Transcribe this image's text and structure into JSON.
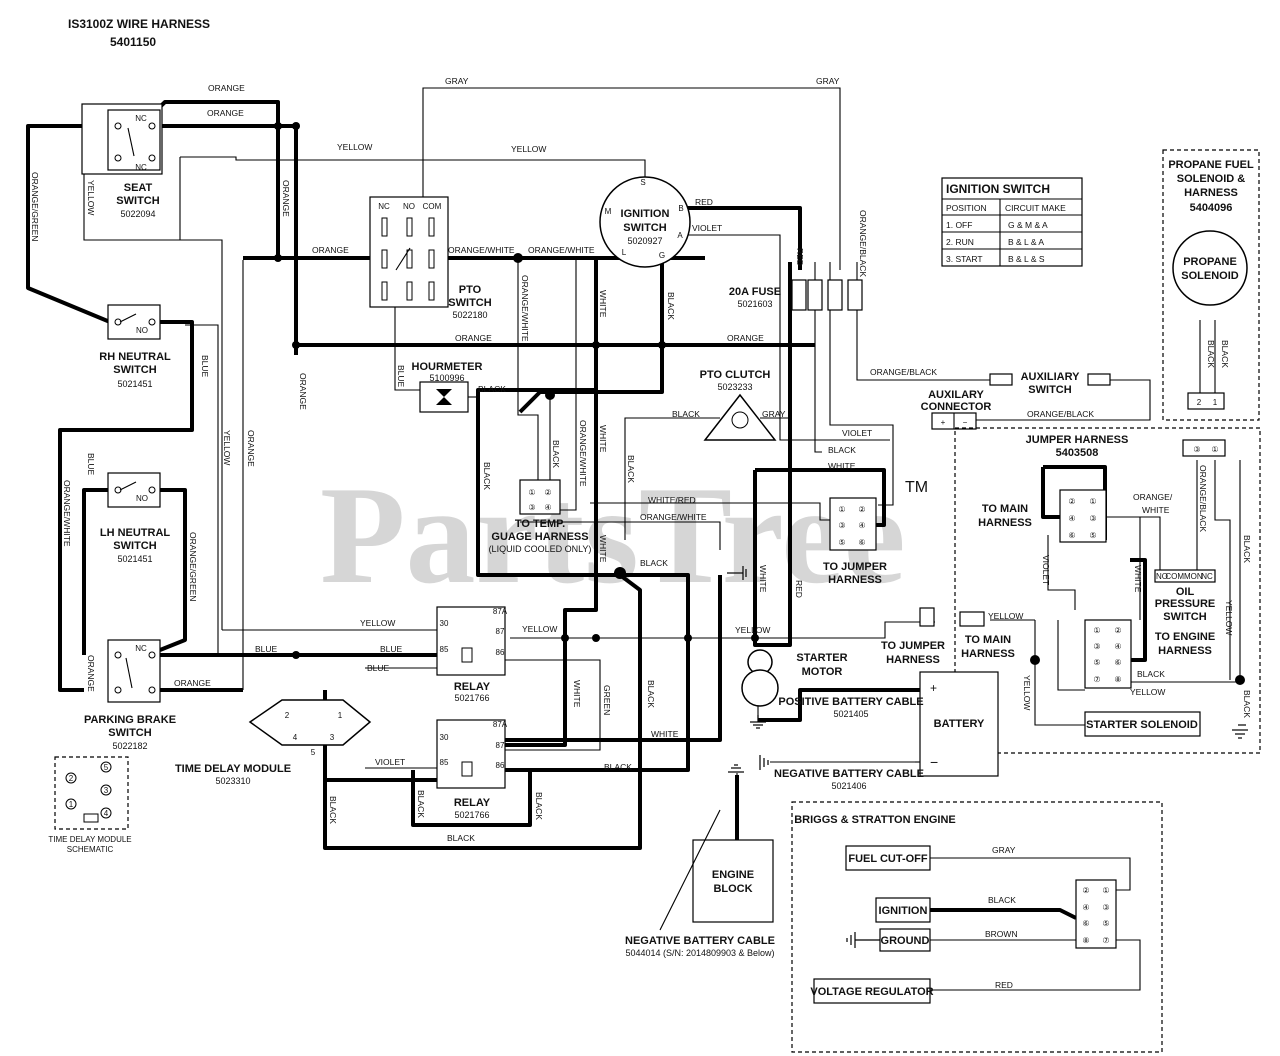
{
  "title": {
    "line1": "IS3100Z WIRE HARNESS",
    "line2": "5401150"
  },
  "watermark": "PartsTree",
  "watermark_tm": "TM",
  "components": {
    "seat_switch": {
      "name": [
        "SEAT",
        "SWITCH"
      ],
      "part": "5022094",
      "nc": "NC"
    },
    "rh_neutral": {
      "name": [
        "RH NEUTRAL",
        "SWITCH"
      ],
      "part": "5021451",
      "no": "NO"
    },
    "lh_neutral": {
      "name": [
        "LH NEUTRAL",
        "SWITCH"
      ],
      "part": "5021451",
      "no": "NO"
    },
    "parking_brake": {
      "name": [
        "PARKING BRAKE",
        "SWITCH"
      ],
      "part": "5022182",
      "nc": "NC"
    },
    "pto_switch": {
      "name": [
        "PTO",
        "SWITCH"
      ],
      "part": "5022180",
      "nc": "NC",
      "no": "NO",
      "com": "COM"
    },
    "ignition_switch": {
      "name": [
        "IGNITION",
        "SWITCH"
      ],
      "part": "5020927"
    },
    "hourmeter": {
      "name": "HOURMETER",
      "part": "5100996"
    },
    "fuse": {
      "name": "20A FUSE",
      "part": "5021603"
    },
    "pto_clutch": {
      "name": "PTO CLUTCH",
      "part": "5023233"
    },
    "temp_gauge": {
      "name": [
        "TO TEMP.",
        "GUAGE HARNESS"
      ],
      "note": "(LIQUID COOLED ONLY)"
    },
    "relay1": {
      "name": "RELAY",
      "part": "5021766"
    },
    "relay2": {
      "name": "RELAY",
      "part": "5021766"
    },
    "time_delay": {
      "name": "TIME DELAY MODULE",
      "part": "5023310"
    },
    "time_delay_schematic": [
      "TIME DELAY MODULE",
      "SCHEMATIC"
    ],
    "to_jumper_harness": [
      "TO JUMPER",
      "HARNESS"
    ],
    "to_jumper_harness2": [
      "TO JUMPER",
      "HARNESS"
    ],
    "starter_motor": [
      "STARTER",
      "MOTOR"
    ],
    "positive_cable": {
      "name": "POSITIVE BATTERY CABLE",
      "part": "5021405"
    },
    "negative_cable": {
      "name": "NEGATIVE BATTERY CABLE",
      "part": "5021406"
    },
    "battery": "BATTERY",
    "engine_block": [
      "ENGINE",
      "BLOCK"
    ],
    "neg_cable_bottom": {
      "name": "NEGATIVE BATTERY CABLE",
      "part": "5044014 (S/N: 2014809903 & Below)"
    },
    "auxiliary_connector": [
      "AUXILARY",
      "CONNECTOR"
    ],
    "auxiliary_switch": [
      "AUXILIARY",
      "SWITCH"
    ],
    "propane": {
      "title": [
        "PROPANE FUEL",
        "SOLENOID &",
        "HARNESS"
      ],
      "part": "5404096",
      "solenoid": [
        "PROPANE",
        "SOLENOID"
      ]
    },
    "jumper_harness": {
      "name": "JUMPER HARNESS",
      "part": "5403508",
      "to_main": [
        "TO MAIN",
        "HARNESS"
      ],
      "to_main2": [
        "TO MAIN",
        "HARNESS"
      ],
      "oil": [
        "OIL",
        "PRESSURE",
        "SWITCH"
      ],
      "to_engine": [
        "TO ENGINE",
        "HARNESS"
      ],
      "starter_solenoid": "STARTER SOLENOID",
      "oil_pins": [
        "NO",
        "COMMON",
        "NC"
      ]
    },
    "briggs": {
      "title": "BRIGGS & STRATTON ENGINE",
      "fuel": "FUEL CUT-OFF",
      "ignition": "IGNITION",
      "ground": "GROUND",
      "regulator": "VOLTAGE REGULATOR"
    }
  },
  "ignition_table": {
    "title": "IGNITION SWITCH",
    "headers": [
      "POSITION",
      "CIRCUIT MAKE"
    ],
    "rows": [
      [
        "1. OFF",
        "G & M & A"
      ],
      [
        "2. RUN",
        "B & L & A"
      ],
      [
        "3. START",
        "B & L & S"
      ]
    ]
  },
  "wire_labels": {
    "orange": "ORANGE",
    "gray": "GRAY",
    "yellow": "YELLOW",
    "red": "RED",
    "violet": "VIOLET",
    "black": "BLACK",
    "white": "WHITE",
    "blue": "BLUE",
    "green": "GREEN",
    "brown": "BROWN",
    "orange_white": "ORANGE/WHITE",
    "orange_green": "ORANGE/GREEN",
    "orange_black": "ORANGE/BLACK",
    "white_red": "WHITE/RED",
    "orange_slash": "ORANGE/",
    "white_word": "WHITE"
  },
  "colors": {
    "wire": "#000000",
    "watermark": "#d6d6d6",
    "background": "#ffffff"
  }
}
